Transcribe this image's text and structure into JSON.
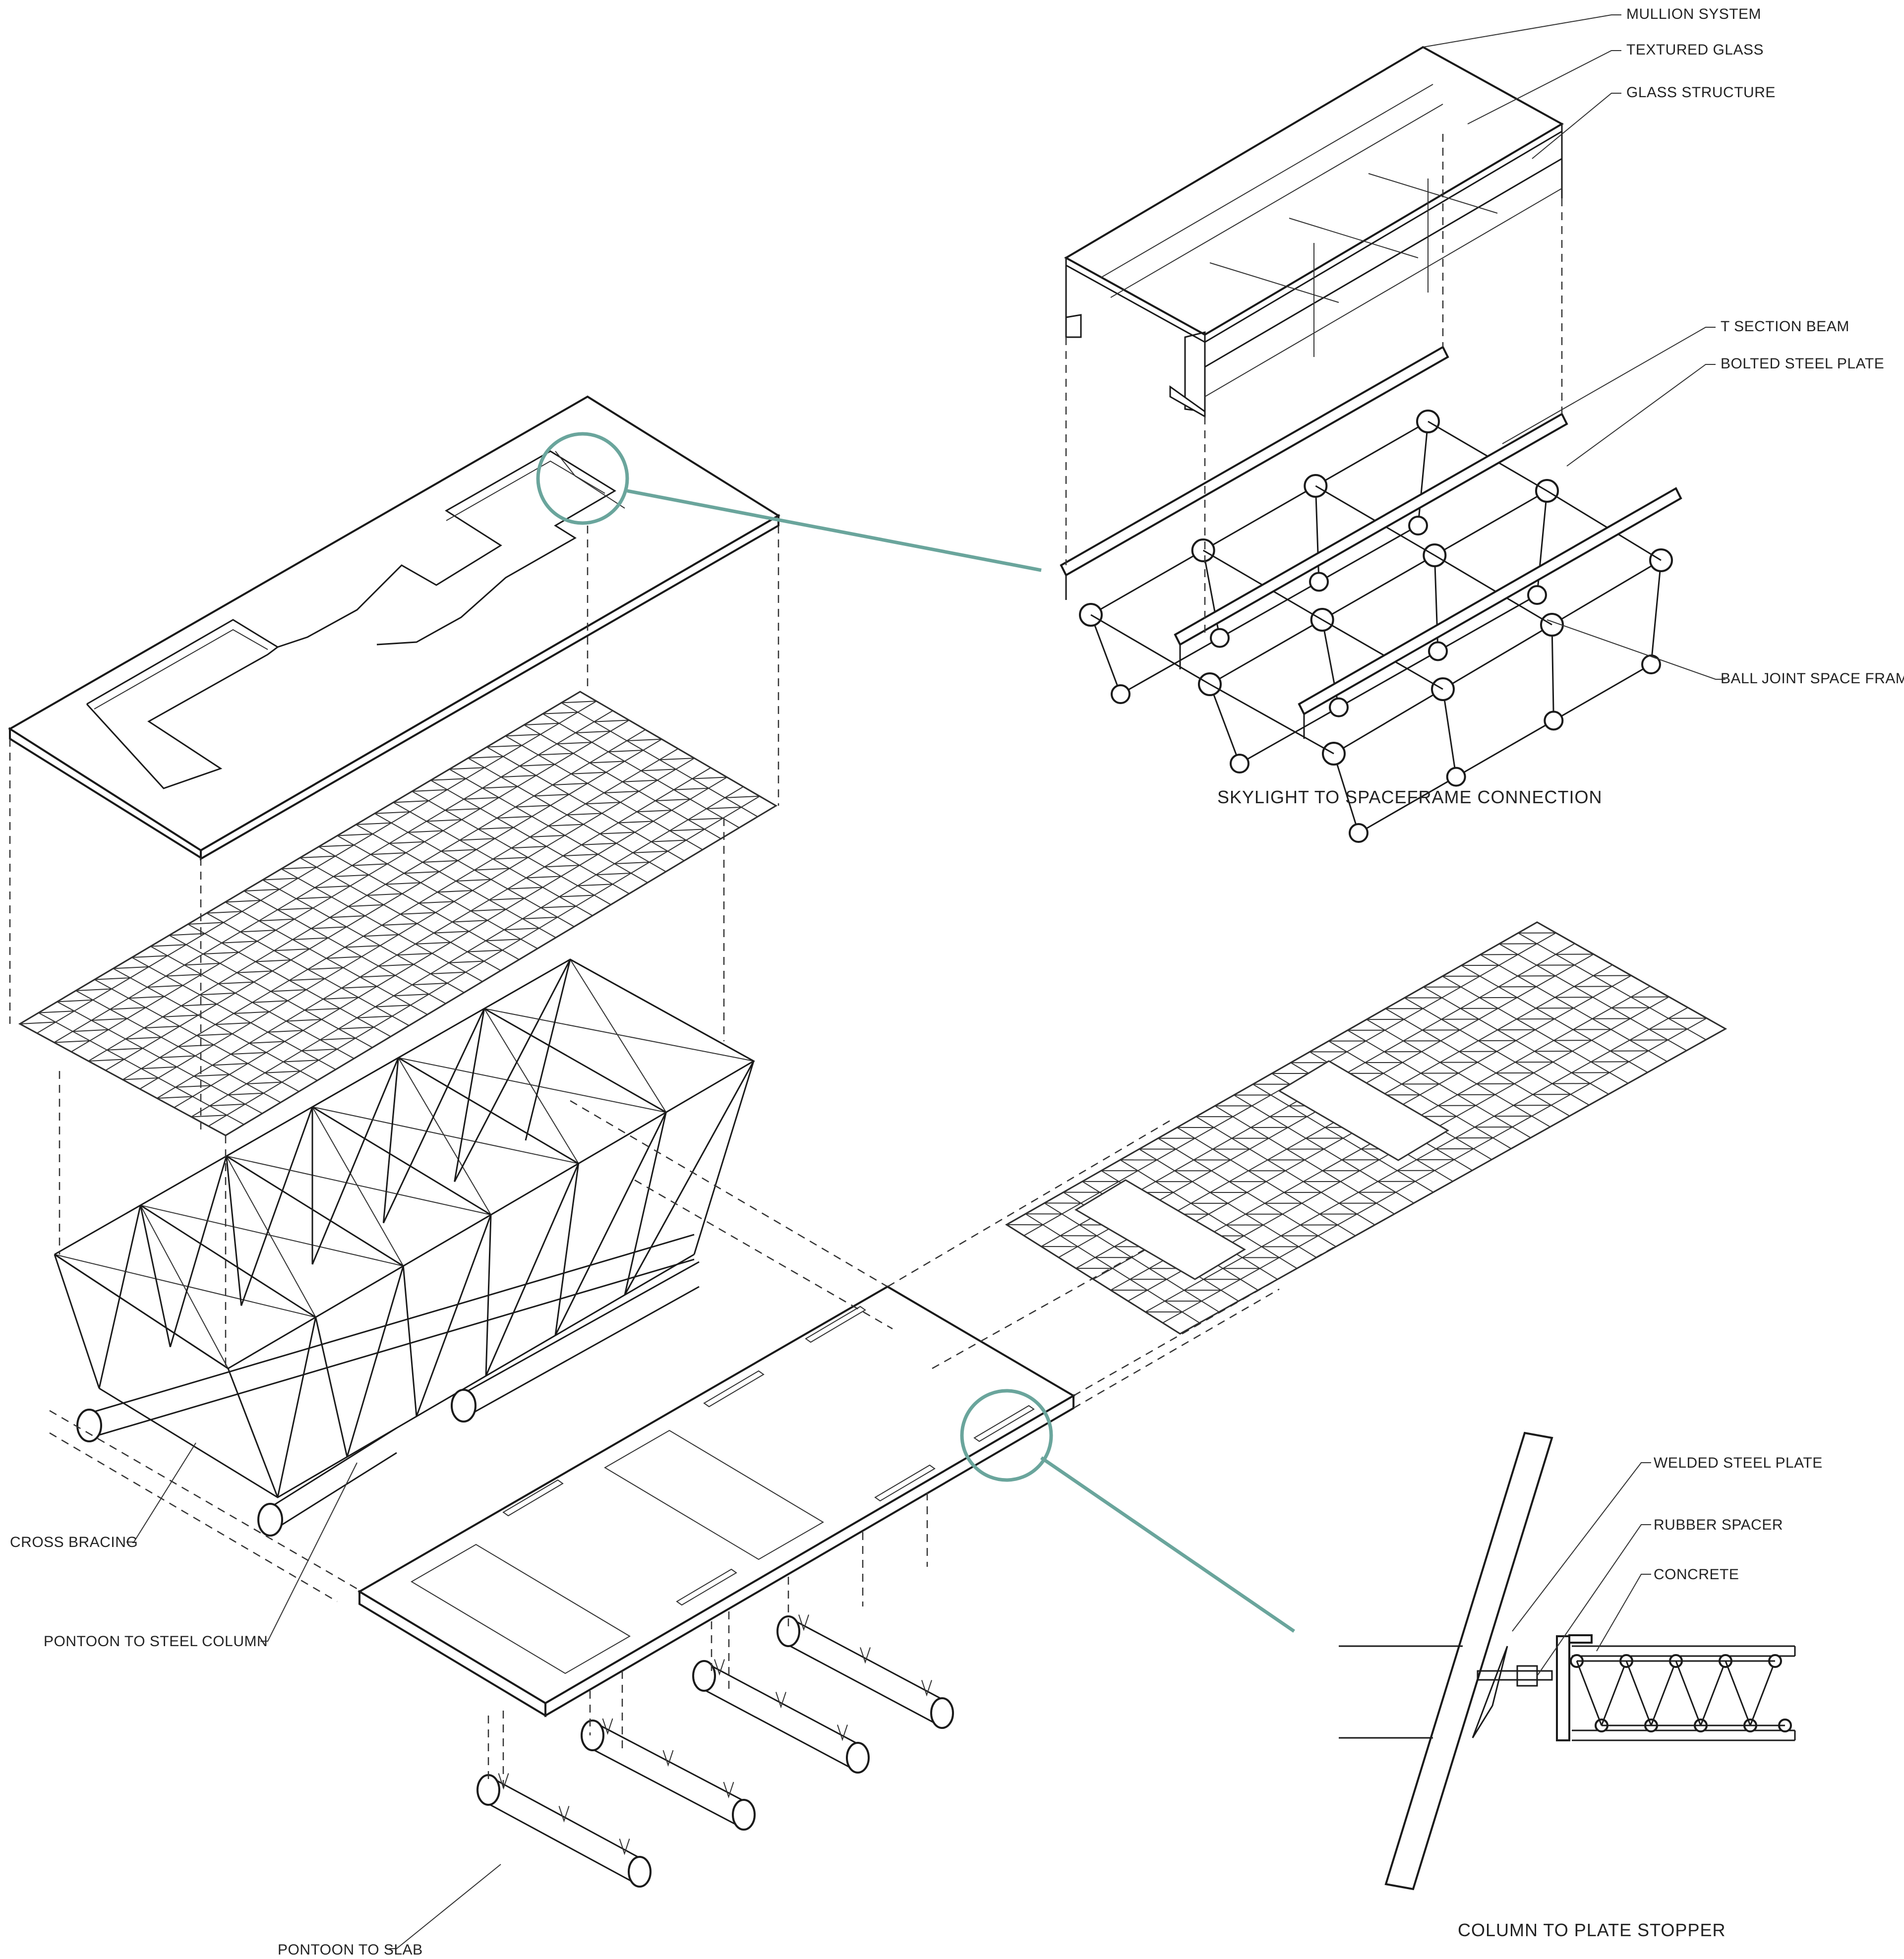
{
  "colors": {
    "line": "#1a1a1a",
    "highlight": "#6aa59c",
    "background": "#ffffff"
  },
  "skylight_detail": {
    "title": "SKYLIGHT TO SPACEFRAME CONNECTION",
    "labels": {
      "mullion": "MULLION SYSTEM",
      "textured_glass": "TEXTURED GLASS",
      "glass_structure": "GLASS STRUCTURE",
      "t_section": "T SECTION BEAM",
      "bolted_plate": "BOLTED STEEL PLATE",
      "ball_joint": "BALL JOINT SPACE FRAME"
    }
  },
  "plate_detail": {
    "title": "COLUMN TO PLATE STOPPER",
    "labels": {
      "welded_plate": "WELDED STEEL PLATE",
      "rubber_spacer": "RUBBER SPACER",
      "concrete": "CONCRETE"
    }
  },
  "main_labels": {
    "cross_bracing": "CROSS BRACING",
    "pontoon_column": "PONTOON TO STEEL COLUMN",
    "pontoon_slab": "PONTOON TO SLAB"
  }
}
